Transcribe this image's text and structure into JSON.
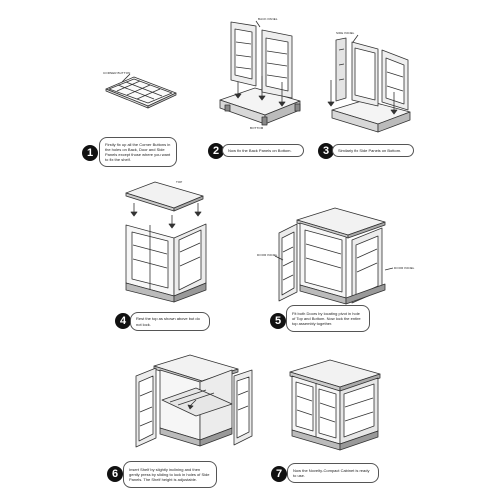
{
  "labels": {
    "top_label": "TOP",
    "bottom": "BOTTOM",
    "corner_buttons": "CORNER BUTTON",
    "door_panel_left": "DOOR PANEL",
    "door_panel_right": "DOOR PANEL",
    "back_panel": "BACK PANEL",
    "side_panel": "SIDE PANEL"
  },
  "steps": [
    {
      "number": "1",
      "text": "Firstly fix up all the Corner Buttons in the holes on Back, Door and Side Panels except those where you want to fix the shelf."
    },
    {
      "number": "2",
      "text": "Now fix the Back Panels on Bottom."
    },
    {
      "number": "3",
      "text": "Similarly fix Side Panels on Bottom."
    },
    {
      "number": "4",
      "text": "Rest the top as shown above but do not lock."
    },
    {
      "number": "5",
      "text": "Fit both Doors by locating pivot in hole of Top and Bottom. Now lock the entire top assembly together."
    },
    {
      "number": "6",
      "text": "Insert Shelf by slightly inclining and then gently press by sliding to lock in holes of Side Panels. The Shelf height is adjustable."
    },
    {
      "number": "7",
      "text": "Now the Novelty-Compact Cabinet is ready to use."
    }
  ]
}
